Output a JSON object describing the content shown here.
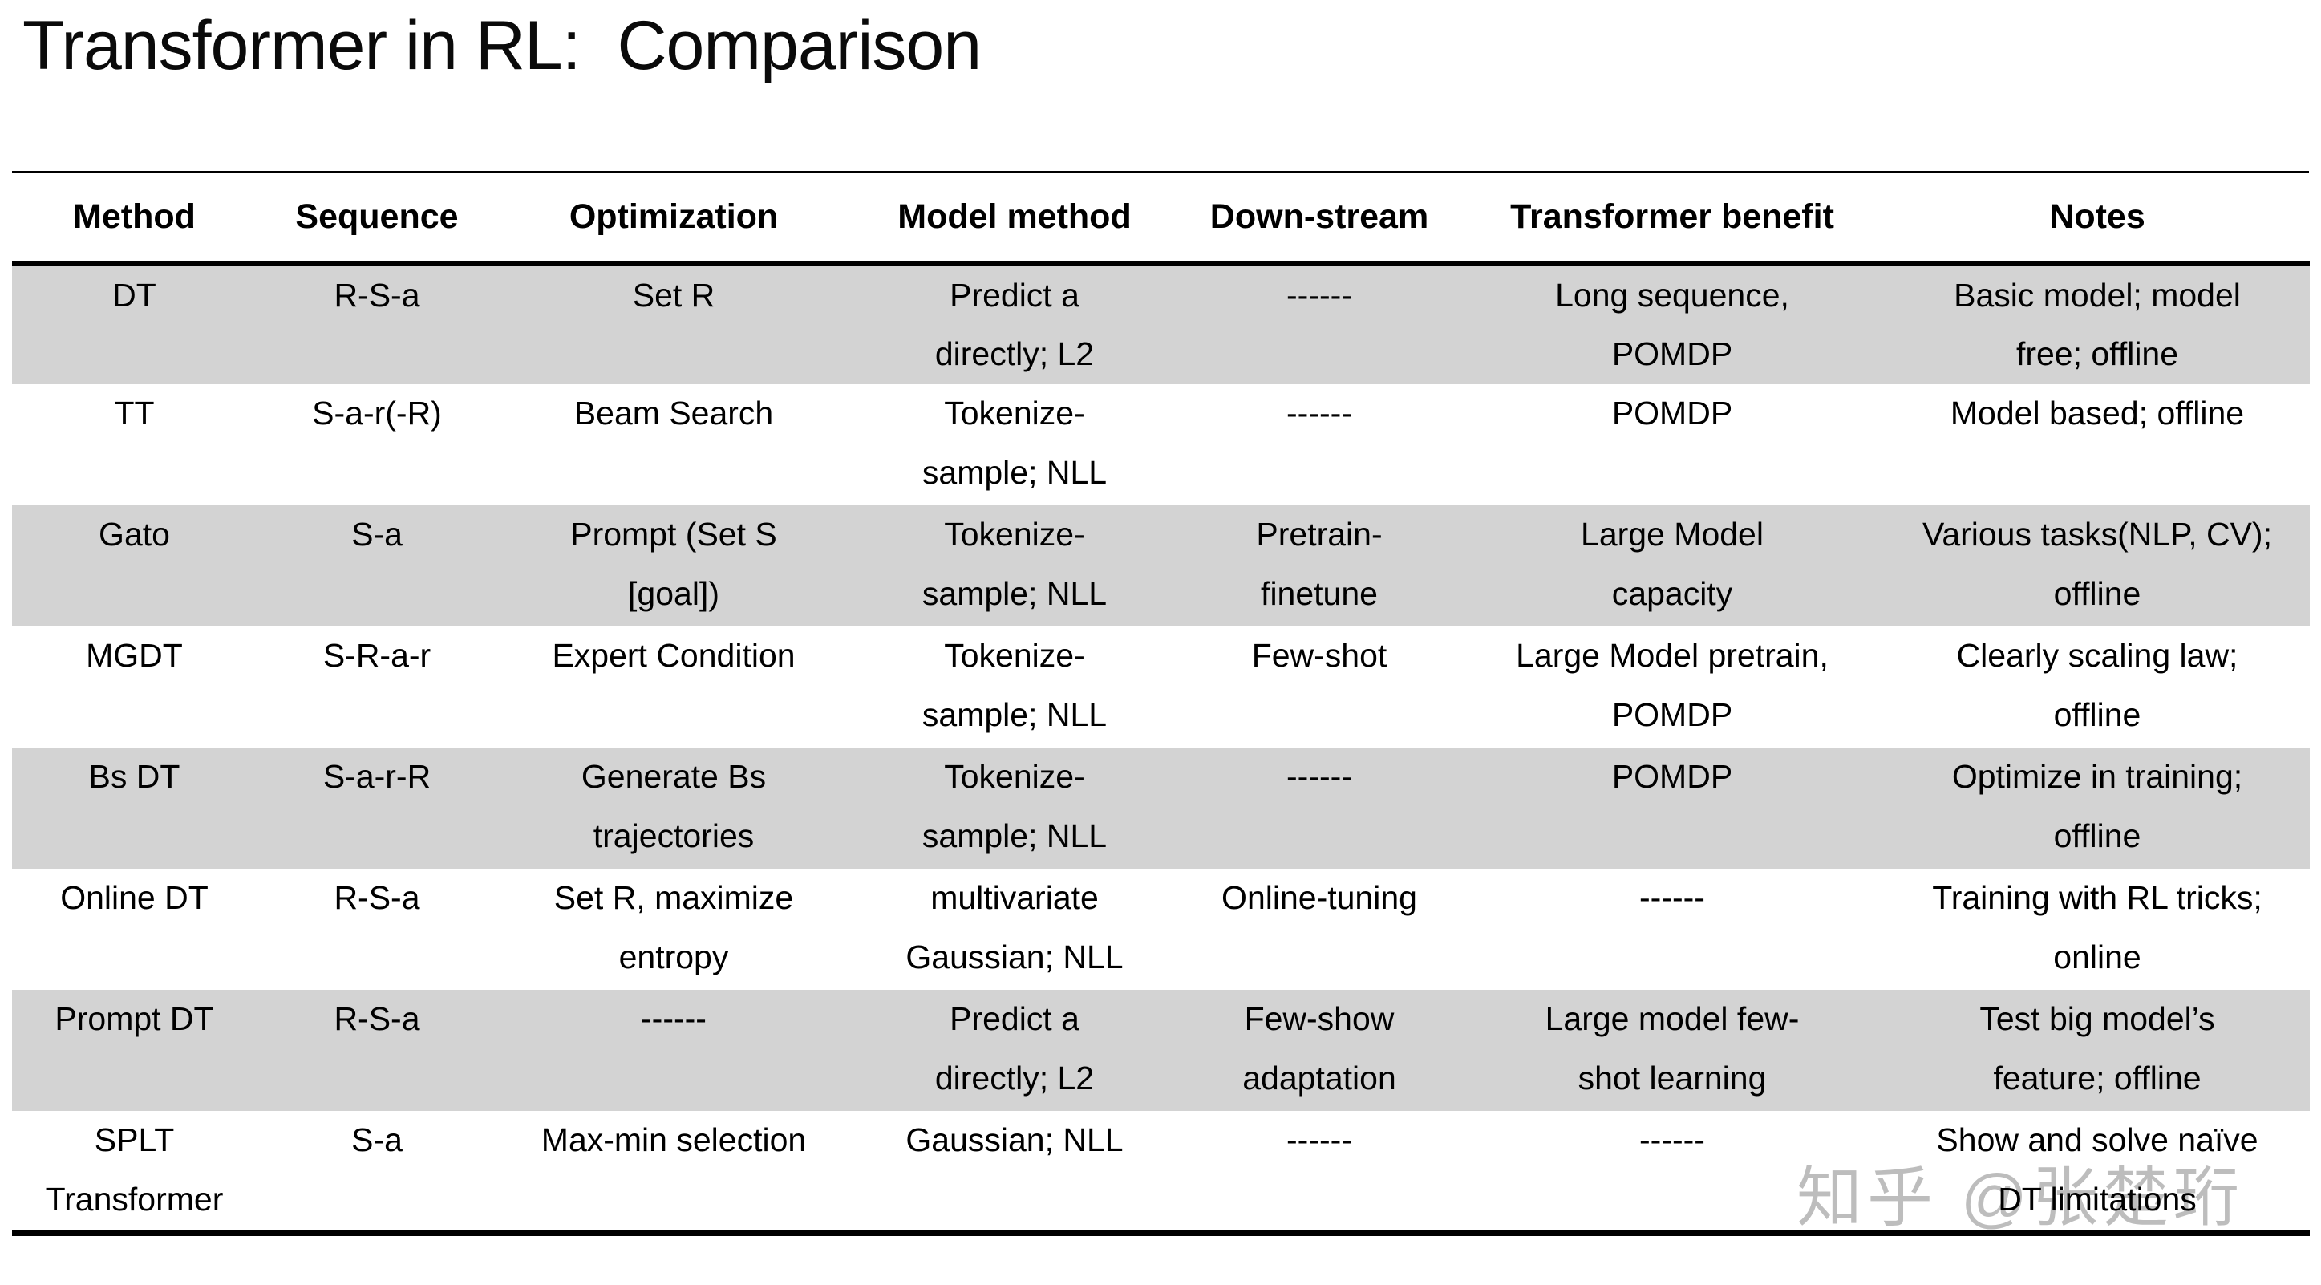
{
  "slide": {
    "title": "Transformer in RL:  Comparison"
  },
  "table": {
    "columns": [
      "Method",
      "Sequence",
      "Optimization",
      "Model method",
      "Down-stream",
      "Transformer benefit",
      "Notes"
    ],
    "rows": [
      {
        "cells": [
          "DT",
          "R-S-a",
          "Set R",
          "Predict a\ndirectly; L2",
          "------",
          "Long sequence,\nPOMDP",
          "Basic model; model\nfree; offline"
        ]
      },
      {
        "cells": [
          "TT",
          "S-a-r(-R)",
          "Beam Search",
          "Tokenize-\nsample; NLL",
          "------",
          "POMDP",
          "Model based; offline"
        ]
      },
      {
        "cells": [
          "Gato",
          "S-a",
          "Prompt (Set S\n[goal])",
          "Tokenize-\nsample; NLL",
          "Pretrain-\nfinetune",
          "Large Model\ncapacity",
          "Various tasks(NLP, CV);\noffline"
        ]
      },
      {
        "cells": [
          "MGDT",
          "S-R-a-r",
          "Expert Condition",
          "Tokenize-\nsample; NLL",
          "Few-shot",
          "Large Model pretrain,\nPOMDP",
          "Clearly scaling law;\noffline"
        ]
      },
      {
        "cells": [
          "Bs DT",
          "S-a-r-R",
          "Generate Bs\ntrajectories",
          "Tokenize-\nsample; NLL",
          "------",
          "POMDP",
          "Optimize in training;\noffline"
        ]
      },
      {
        "cells": [
          "Online DT",
          "R-S-a",
          "Set R, maximize\nentropy",
          "multivariate\nGaussian; NLL",
          "Online-tuning",
          "------",
          "Training with RL tricks;\nonline"
        ]
      },
      {
        "cells": [
          "Prompt DT",
          "R-S-a",
          "------",
          "Predict a\ndirectly; L2",
          "Few-show\nadaptation",
          "Large model few-\nshot learning",
          "Test big model’s\nfeature; offline"
        ]
      },
      {
        "cells": [
          "SPLT\nTransformer",
          "S-a",
          "Max-min selection",
          "Gaussian; NLL",
          "------",
          "------",
          "Show and solve naïve\nDT limitations"
        ]
      }
    ]
  },
  "watermark": {
    "text": "知乎 @张楚珩",
    "color": "#bdbdbd"
  },
  "colors": {
    "row_band": "#d3d3d3",
    "rule": "#000000",
    "background": "#ffffff",
    "text": "#000000"
  }
}
